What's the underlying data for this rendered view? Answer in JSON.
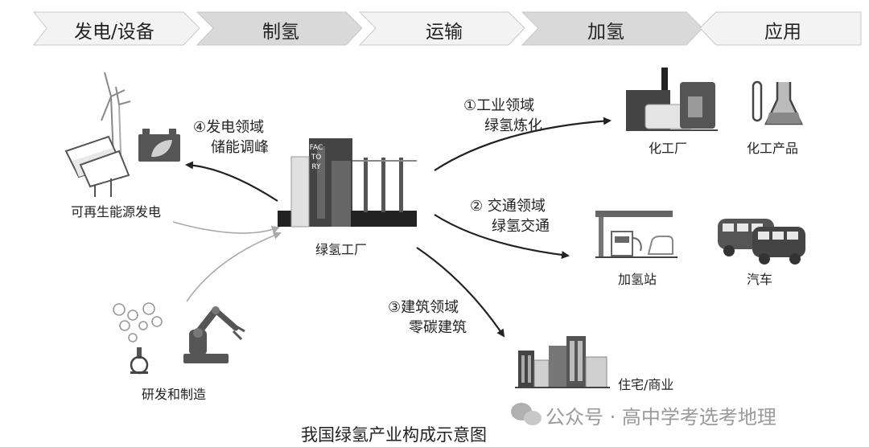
{
  "stages": [
    "发电/设备",
    "制氢",
    "运输",
    "加氢",
    "应用"
  ],
  "sources": {
    "renewable": "可再生能源发电",
    "rnd": "研发和制造"
  },
  "hub": {
    "label": "绿氢工厂",
    "sign": "FACTORY"
  },
  "flows": {
    "storage": {
      "line1": "④发电领域",
      "line2": "储能调峰"
    },
    "industry": {
      "line1": "①工业领域",
      "line2": "绿氢炼化"
    },
    "transport": {
      "line1": "② 交通领域",
      "line2": "绿氢交通"
    },
    "building": {
      "line1": "③建筑领域",
      "line2": "零碳建筑"
    }
  },
  "destinations": {
    "chem_plant": "化工厂",
    "chem_products": "化工产品",
    "station": "加氢站",
    "vehicle": "汽车",
    "buildings": "住宅/商业"
  },
  "caption": "我国绿氢产业构成示意图",
  "watermark": "公众号 · 高中学考选考地理"
}
